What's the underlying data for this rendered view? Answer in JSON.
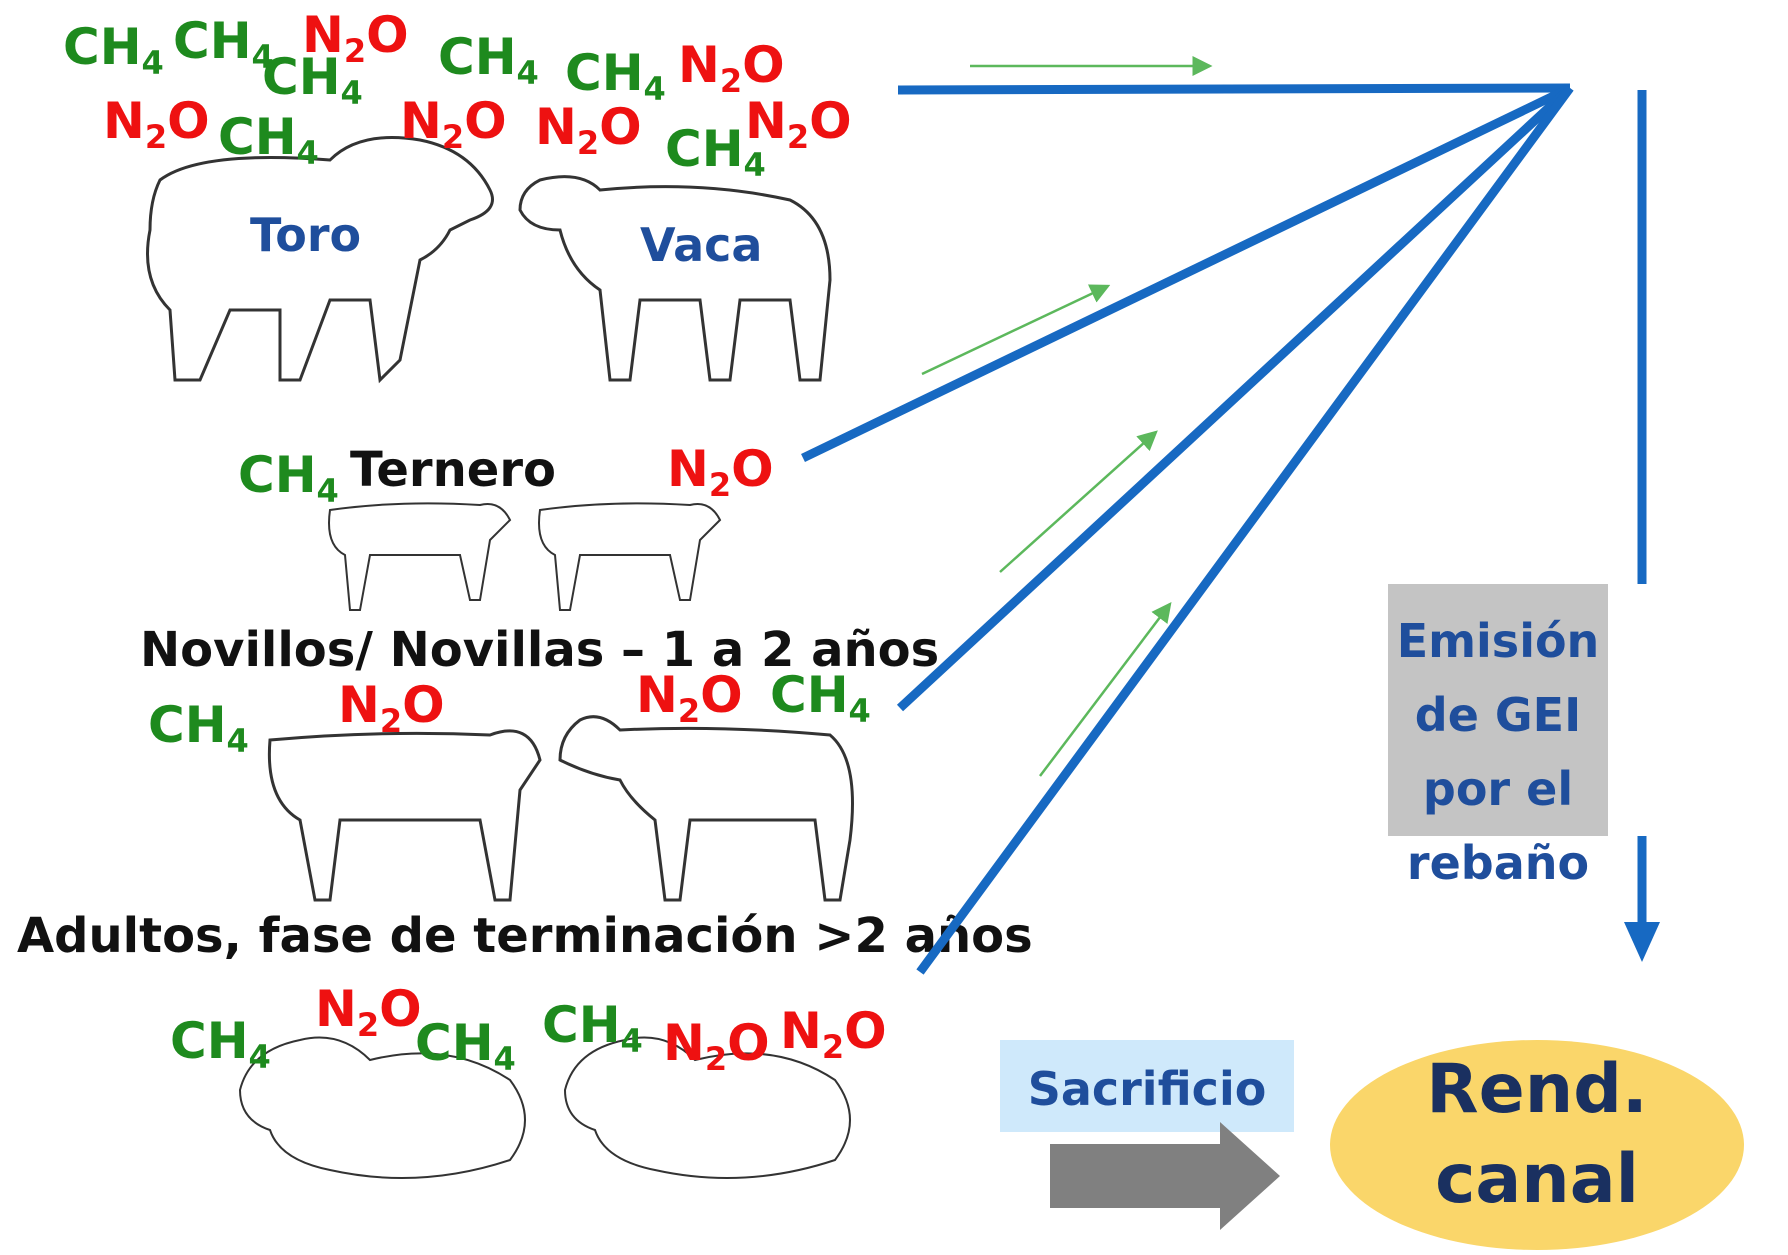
{
  "gas_labels": {
    "ch4_base": "CH",
    "ch4_sub": "4",
    "n2o_base": "N",
    "n2o_sub": "2",
    "n2o_tail": "O"
  },
  "animals": {
    "toro": "Toro",
    "vaca": "Vaca",
    "ternero": "Ternero"
  },
  "groups": {
    "novillos": "Novillos/ Novillas – 1 a 2 años",
    "adultos": "Adultos, fase de terminación >2 años"
  },
  "gei_box": {
    "text": "Emisión de GEI por el rebaño"
  },
  "sacrificio": "Sacrificio",
  "rend_canal": {
    "line1": "Rend.",
    "line2": "canal"
  },
  "colors": {
    "ch4": "#1e8a1e",
    "n2o": "#ee1111",
    "flow_line": "#1769c2",
    "thin_arrow": "#5cb85c",
    "gei_box": "#c4c4c4",
    "sacrificio_box": "#cfe9fb",
    "rend_oval": "#fad66a",
    "slaughter_arrow": "#808080"
  }
}
